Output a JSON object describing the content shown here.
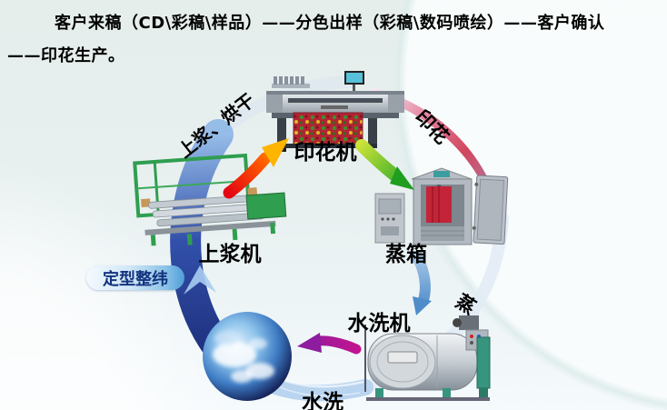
{
  "header": {
    "line1": "客户来稿（CD\\彩稿\\样品）——分色出样（彩稿\\数码喷绘）——客户确认",
    "line2": "——印花生产。"
  },
  "process": {
    "machine_labels": {
      "printer": "印花机",
      "sizing": "上浆机",
      "steamer": "蒸箱",
      "washer": "水洗机"
    },
    "step_labels": {
      "sizing_drying": "上浆、烘干",
      "printing": "印花",
      "steaming": "蒸",
      "washing": "水洗",
      "setting_weft": "定型整纬"
    }
  },
  "colors": {
    "ring_blue_dark": "#1c2c78",
    "ring_blue_light": "#96bce8",
    "ring_pink": "#cc3850",
    "arrow_red": "#e30613",
    "arrow_orange": "#ff9c00",
    "arrow_green_light": "#cde338",
    "arrow_green": "#2aa828",
    "arrow_blue": "#4f8cc9",
    "arrow_magenta": "#b5148c",
    "badge_blue": "#4f9fd8",
    "sizing_machine_green": "#2f9e4f",
    "washer_green": "#37947e",
    "steamer_fabric_red": "#c32438"
  }
}
